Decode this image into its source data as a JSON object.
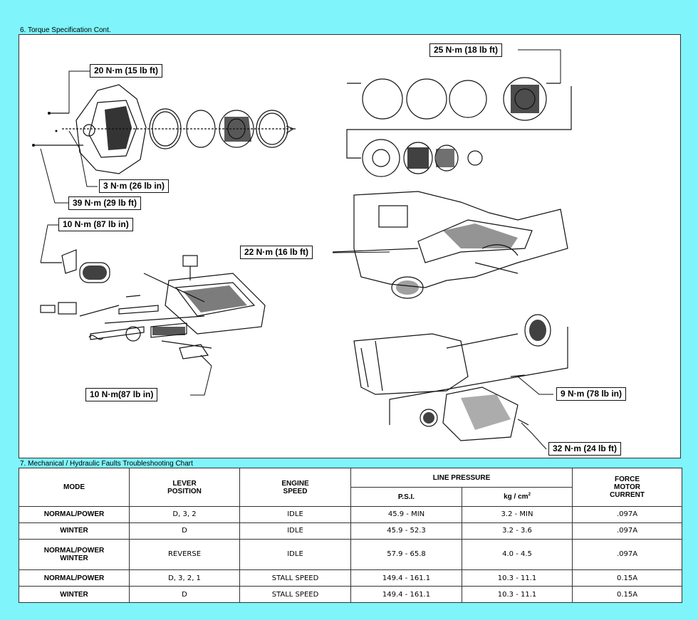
{
  "sections": {
    "torque_title": "6. Torque Specification Cont.",
    "faults_title": "7. Mechanical / Hydraulic Faults Troubleshooting Chart"
  },
  "callouts": {
    "c1": "20 N·m (15 lb ft)",
    "c2": "3 N·m (26 lb in)",
    "c3": "39 N·m (29 lb ft)",
    "c4": "10 N·m (87 lb in)",
    "c5": "10 N·m(87 lb in)",
    "c6": "25 N·m (18 lb ft)",
    "c7": "22 N·m (16 lb ft)",
    "c8": "9 N·m (78 lb in)",
    "c9": "32 N·m (24 lb ft)"
  },
  "table": {
    "headers": {
      "mode": "MODE",
      "lever_1": "LEVER",
      "lever_2": "POSITION",
      "engine_1": "ENGINE",
      "engine_2": "SPEED",
      "line_pressure": "LINE PRESSURE",
      "psi": "P.S.I.",
      "kgcm": "kg / cm",
      "kgcm_sup": "2",
      "force_1": "FORCE",
      "force_2": "MOTOR",
      "force_3": "CURRENT"
    },
    "rows": [
      {
        "mode": "NORMAL/POWER",
        "mode2": "",
        "lever": "D, 3, 2",
        "engine": "IDLE",
        "psi": "45.9 - MIN",
        "kg": "3.2 - MIN",
        "current": ".097A"
      },
      {
        "mode": "WINTER",
        "mode2": "",
        "lever": "D",
        "engine": "IDLE",
        "psi": "45.9 - 52.3",
        "kg": "3.2 - 3.6",
        "current": ".097A"
      },
      {
        "mode": "NORMAL/POWER",
        "mode2": "WINTER",
        "lever": "REVERSE",
        "engine": "IDLE",
        "psi": "57.9 - 65.8",
        "kg": "4.0 - 4.5",
        "current": ".097A"
      },
      {
        "mode": "NORMAL/POWER",
        "mode2": "",
        "lever": "D, 3, 2, 1",
        "engine": "STALL SPEED",
        "psi": "149.4 - 161.1",
        "kg": "10.3 - 11.1",
        "current": "0.15A"
      },
      {
        "mode": "WINTER",
        "mode2": "",
        "lever": "D",
        "engine": "STALL SPEED",
        "psi": "149.4 - 161.1",
        "kg": "10.3 - 11.1",
        "current": "0.15A"
      }
    ]
  }
}
